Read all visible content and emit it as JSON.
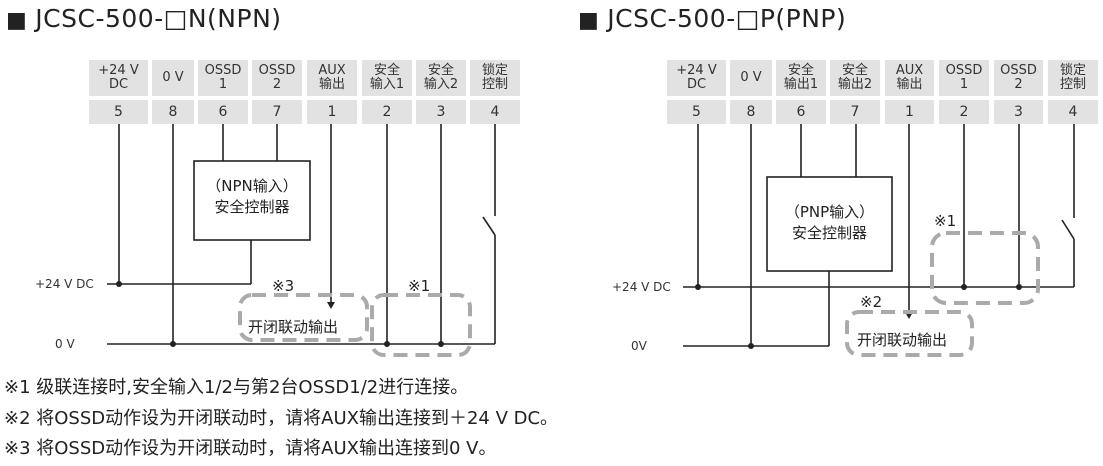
{
  "npn": {
    "title_prefix": "■",
    "title": "JCSC-500-□N(NPN)",
    "terminals": [
      {
        "label": "+24 V\nDC",
        "pin": "5"
      },
      {
        "label": "0 V",
        "pin": "8"
      },
      {
        "label": "OSSD\n1",
        "pin": "6"
      },
      {
        "label": "OSSD\n2",
        "pin": "7"
      },
      {
        "label": "AUX\n输出",
        "pin": "1"
      },
      {
        "label": "安全\n输入1",
        "pin": "2"
      },
      {
        "label": "安全\n输入2",
        "pin": "3"
      },
      {
        "label": "锁定\n控制",
        "pin": "4"
      }
    ],
    "controller": "（NPN输入）\n安全控制器",
    "rail_24v": "+24 V DC",
    "rail_0v": "0 V",
    "mark_3": "※3",
    "mark_1": "※1",
    "interlock_output": "开闭联动输出"
  },
  "pnp": {
    "title_prefix": "■",
    "title": "JCSC-500-□P(PNP)",
    "terminals": [
      {
        "label": "+24 V\nDC",
        "pin": "5"
      },
      {
        "label": "0 V",
        "pin": "8"
      },
      {
        "label": "安全\n输出1",
        "pin": "6"
      },
      {
        "label": "安全\n输出2",
        "pin": "7"
      },
      {
        "label": "AUX\n输出",
        "pin": "1"
      },
      {
        "label": "OSSD\n1",
        "pin": "2"
      },
      {
        "label": "OSSD\n2",
        "pin": "3"
      },
      {
        "label": "锁定\n控制",
        "pin": "4"
      }
    ],
    "controller": "（PNP输入）\n安全控制器",
    "rail_24v": "+24 V DC",
    "rail_0v": "0V",
    "mark_1": "※1",
    "mark_2": "※2",
    "interlock_output": "开闭联动输出"
  },
  "notes": [
    "※1 级联连接时,安全输入1/2与第2台OSSD1/2进行连接。",
    "※2 将OSSD动作设为开闭联动时，请将AUX输出连接到＋24 V DC。",
    "※3 将OSSD动作设为开闭联动时，请将AUX输出连接到0 V。"
  ],
  "colors": {
    "line": "#222222",
    "header_bg": "#e2e2e2",
    "dashed": "#aaaaaa"
  }
}
